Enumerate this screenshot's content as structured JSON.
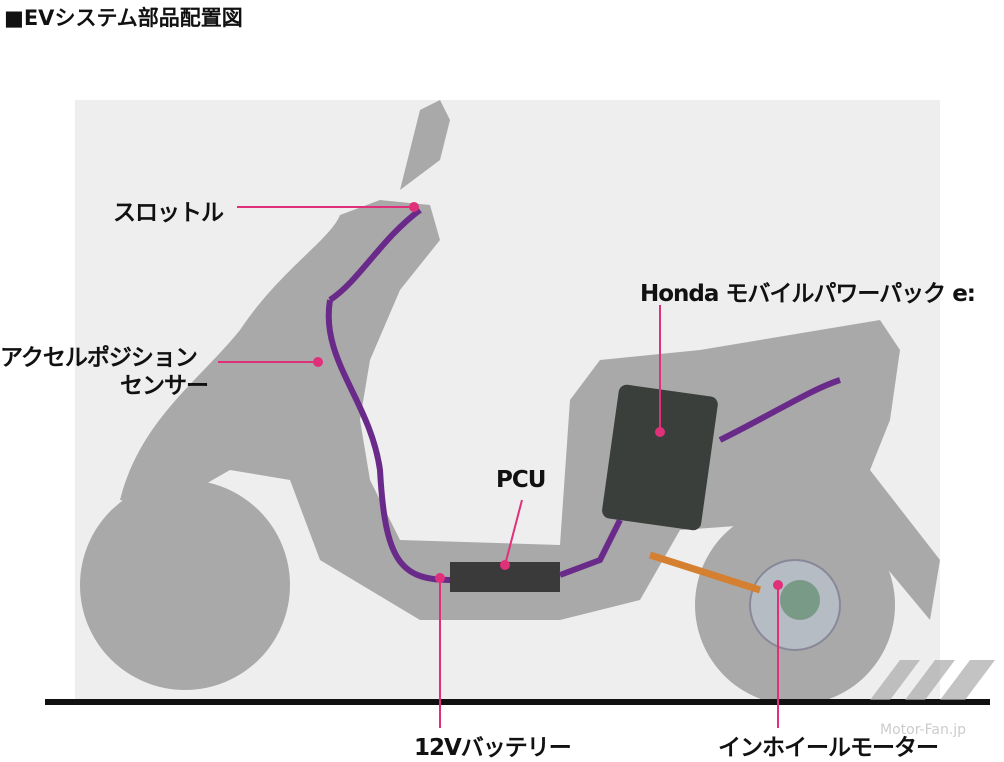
{
  "title": "■EVシステム部品配置図",
  "labels": {
    "throttle": "スロットル",
    "accel_sensor_1": "アクセルポジション",
    "accel_sensor_2": "センサー",
    "battery_pack": "Honda モバイルパワーパック e:",
    "pcu": "PCU",
    "battery_12v": "12Vバッテリー",
    "in_wheel_motor": "インホイールモーター"
  },
  "watermark": "Motor-Fan.jp",
  "colors": {
    "leader": "#e0307a",
    "silhouette": "#a9a9a9",
    "harness": "#6a2a8a",
    "panel": "#eeeeee"
  }
}
